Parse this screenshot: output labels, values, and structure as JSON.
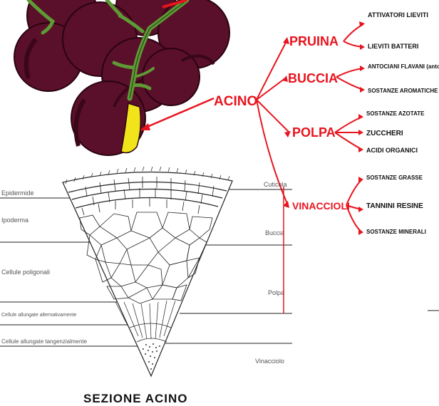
{
  "colors": {
    "grape": "#5a0f2a",
    "grape_dark": "#3a0619",
    "stem": "#5e9a35",
    "pulp": "#f2e41a",
    "accent": "#e8141e"
  },
  "tree": {
    "root": "ACINO",
    "branches": [
      {
        "label": "PRUINA",
        "children": [
          "ATTIVATORI LIEVITI",
          "LIEVITI BATTERI"
        ]
      },
      {
        "label": "BUCCIA",
        "children": [
          "ANTOCIANI FLAVANI (antoci) TANNINI",
          "SOSTANZE AROMATICHE"
        ]
      },
      {
        "label": "POLPA",
        "children": [
          "SOSTANZE AZOTATE",
          "ZUCCHERI",
          "ACIDI ORGANICI"
        ]
      },
      {
        "label": "VINACCIOLI",
        "children": [
          "SOSTANZE GRASSE",
          "TANNINI RESINE",
          "SOSTANZE MINERALI"
        ]
      }
    ]
  },
  "section": {
    "title": "SEZIONE ACINO",
    "left_labels": [
      "Epidermide",
      "Ipoderma",
      "Cellule poligonali",
      "Cellule allungate alternativamente",
      "Cellule allungate tangenzialmente"
    ],
    "right_labels": [
      "Cuticola",
      "Buccia",
      "Polpa",
      "Vinacciolo"
    ]
  }
}
